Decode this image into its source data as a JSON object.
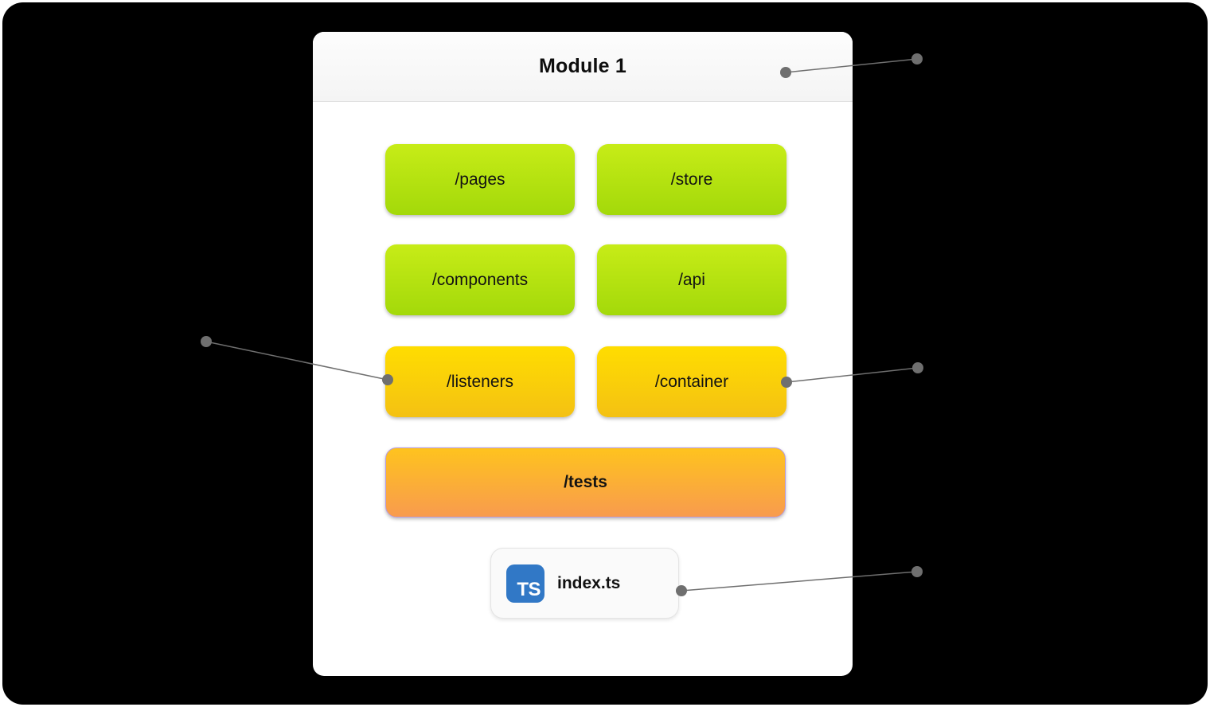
{
  "module": {
    "title": "Module 1",
    "folders": [
      {
        "label": "/pages"
      },
      {
        "label": "/store"
      },
      {
        "label": "/components"
      },
      {
        "label": "/api"
      },
      {
        "label": "/listeners"
      },
      {
        "label": "/container"
      },
      {
        "label": "/tests"
      }
    ],
    "entry_file": {
      "label": "index.ts",
      "icon": "typescript-icon",
      "icon_text": "TS"
    }
  },
  "colors": {
    "window_background": "#000000",
    "green_top": "#c7ec17",
    "green_bottom": "#a3d90a",
    "yellow_top": "#ffdd00",
    "yellow_bottom": "#f4c113",
    "orange_top": "#fec31e",
    "orange_bottom": "#f89b4e",
    "orange_border": "#b79ce0",
    "typescript_blue": "#3178c6",
    "connector_gray": "#6f6f6f"
  }
}
